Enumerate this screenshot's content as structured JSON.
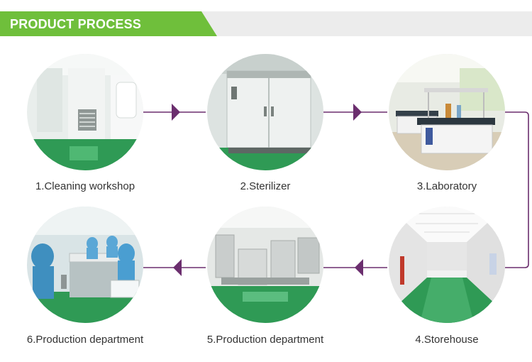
{
  "header": {
    "title": "PRODUCT PROCESS"
  },
  "colors": {
    "banner": "#6fbf3b",
    "connector": "#6b2e6e",
    "floor": "#2f9a55"
  },
  "steps": [
    {
      "label": "1.Cleaning workshop",
      "icon": "cleaning-workshop-photo"
    },
    {
      "label": "2.Sterilizer",
      "icon": "sterilizer-photo"
    },
    {
      "label": "3.Laboratory",
      "icon": "laboratory-photo"
    },
    {
      "label": "4.Storehouse",
      "icon": "storehouse-photo"
    },
    {
      "label": "5.Production department",
      "icon": "production-line-photo"
    },
    {
      "label": "6.Production department",
      "icon": "workers-photo"
    }
  ]
}
